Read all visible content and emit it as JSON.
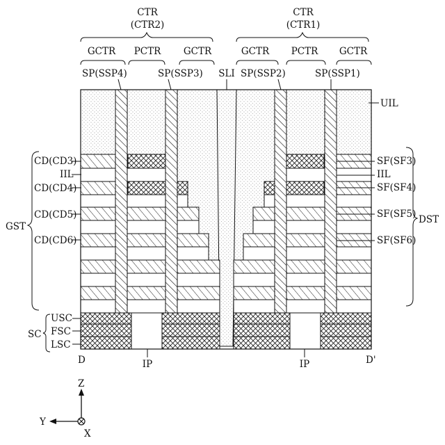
{
  "top": {
    "ctr_left": "CTR",
    "ctr_left_sub": "(CTR2)",
    "ctr_right": "CTR",
    "ctr_right_sub": "(CTR1)",
    "gctr": "GCTR",
    "pctr": "PCTR"
  },
  "pillars": {
    "ssp4": "SP(SSP4)",
    "ssp3": "SP(SSP3)",
    "sli": "SLI",
    "ssp2": "SP(SSP2)",
    "ssp1": "SP(SSP1)"
  },
  "left": {
    "cd3": "CD(CD3)",
    "iil": "IIL",
    "cd4": "CD(CD4)",
    "cd5": "CD(CD5)",
    "cd6": "CD(CD6)",
    "gst": "GST",
    "usc": "USC",
    "fsc": "FSC",
    "lsc": "LSC",
    "sc": "SC"
  },
  "right": {
    "uil": "UIL",
    "sf3": "SF(SF3)",
    "iil": "IIL",
    "sf4": "SF(SF4)",
    "sf5": "SF(SF5)",
    "sf6": "SF(SF6)",
    "dst": "DST"
  },
  "bottom": {
    "d": "D",
    "d_prime": "D'",
    "ip": "IP"
  },
  "axes": {
    "z": "Z",
    "y": "Y",
    "x": "X"
  }
}
